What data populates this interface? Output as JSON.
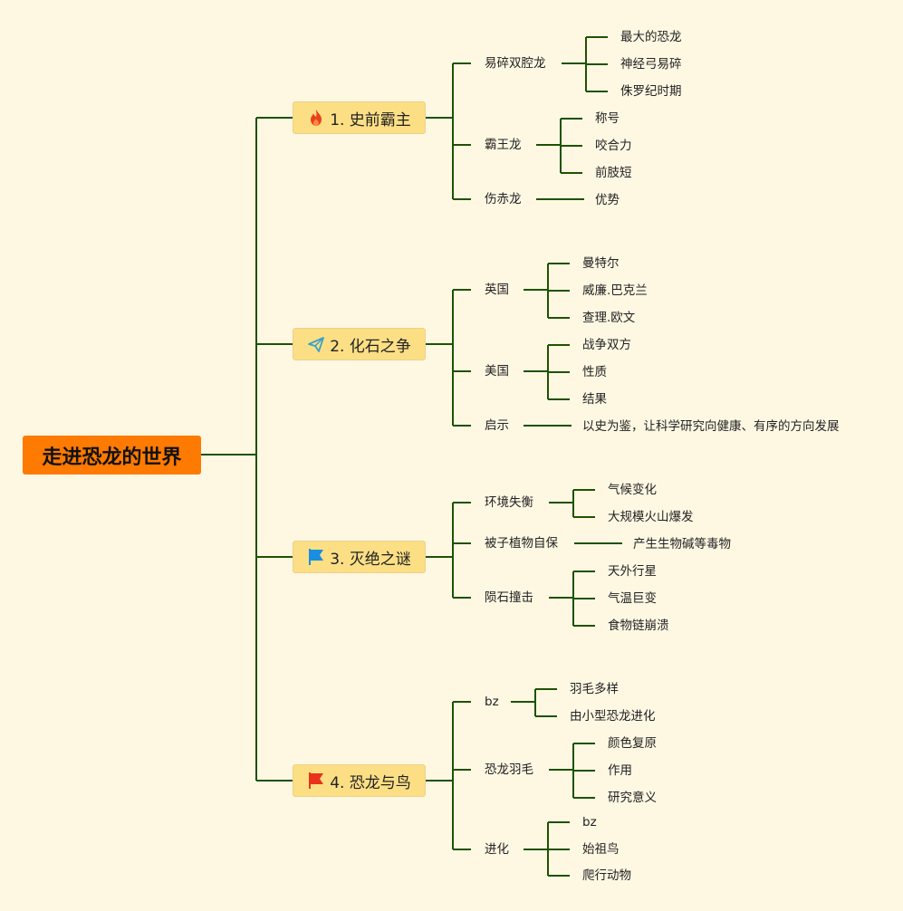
{
  "root": {
    "label": "走进恐龙的世界",
    "color": "#ff7a00"
  },
  "line_color": "#1e5200",
  "branches": [
    {
      "label": "1. 史前霸主",
      "icon": "fire-icon",
      "children": [
        {
          "label": "易碎双腔龙",
          "children": [
            "最大的恐龙",
            "神经弓易碎",
            "侏罗纪时期"
          ]
        },
        {
          "label": "霸王龙",
          "children": [
            "称号",
            "咬合力",
            "前肢短"
          ]
        },
        {
          "label": "伤赤龙",
          "children": [
            "优势"
          ]
        }
      ]
    },
    {
      "label": "2. 化石之争",
      "icon": "paper-plane-icon",
      "children": [
        {
          "label": "英国",
          "children": [
            "曼特尔",
            "威廉.巴克兰",
            "查理.欧文"
          ]
        },
        {
          "label": "美国",
          "children": [
            "战争双方",
            "性质",
            "结果"
          ]
        },
        {
          "label": "启示",
          "children": [
            "以史为鉴，让科学研究向健康、有序的方向发展"
          ]
        }
      ]
    },
    {
      "label": "3. 灭绝之谜",
      "icon": "blue-flag-icon",
      "children": [
        {
          "label": "环境失衡",
          "children": [
            "气候变化",
            "大规模火山爆发"
          ]
        },
        {
          "label": "被子植物自保",
          "children": [
            "产生生物碱等毒物"
          ]
        },
        {
          "label": "陨石撞击",
          "children": [
            "天外行星",
            "气温巨变",
            "食物链崩溃"
          ]
        }
      ]
    },
    {
      "label": "4. 恐龙与鸟",
      "icon": "red-flag-icon",
      "children": [
        {
          "label": "bz",
          "children": [
            "羽毛多样",
            "由小型恐龙进化"
          ]
        },
        {
          "label": "恐龙羽毛",
          "children": [
            "颜色复原",
            "作用",
            "研究意义"
          ]
        },
        {
          "label": "进化",
          "children": [
            "bz",
            "始祖鸟",
            "爬行动物"
          ]
        }
      ]
    }
  ]
}
